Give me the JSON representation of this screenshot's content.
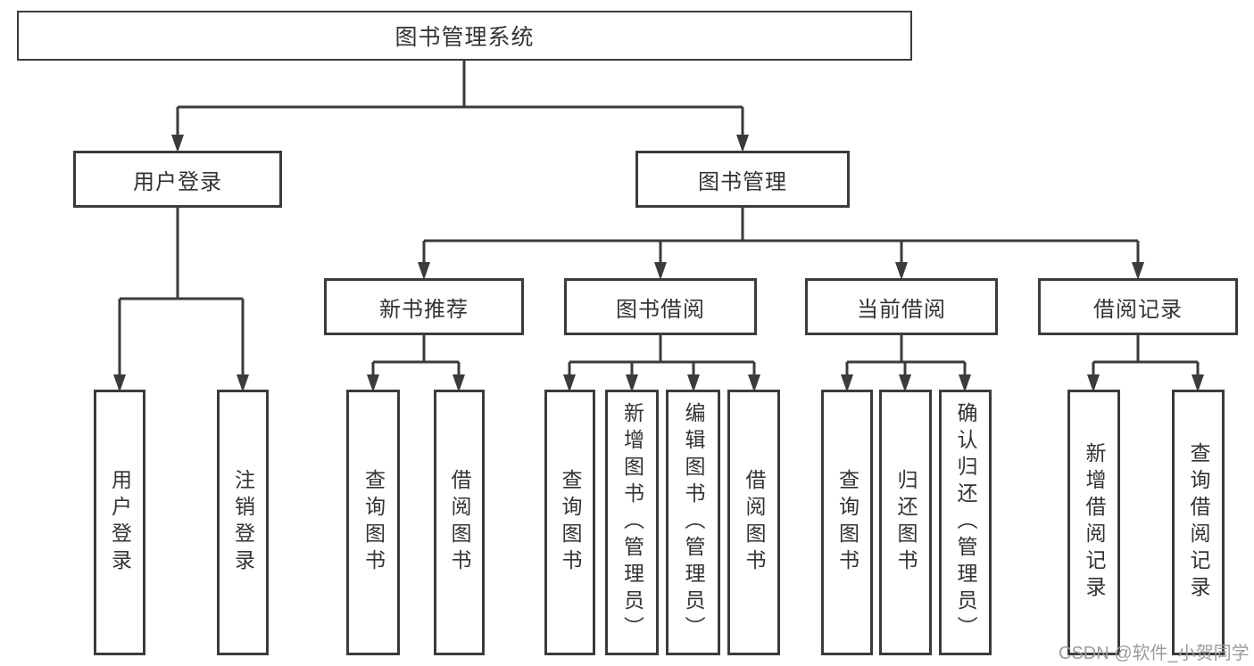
{
  "tree": {
    "root": "图书管理系统",
    "user_login": {
      "label": "用户登录",
      "children": [
        "用户登录",
        "注销登录"
      ]
    },
    "book_management": {
      "label": "图书管理",
      "groups": [
        {
          "label": "新书推荐",
          "children": [
            "查询图书",
            "借阅图书"
          ]
        },
        {
          "label": "图书借阅",
          "children": [
            "查询图书",
            "新增图书（管理员）",
            "编辑图书（管理员）",
            "借阅图书"
          ]
        },
        {
          "label": "当前借阅",
          "children": [
            "查询图书",
            "归还图书",
            "确认归还（管理员）"
          ]
        },
        {
          "label": "借阅记录",
          "children": [
            "新增借阅记录",
            "查询借阅记录"
          ]
        }
      ]
    }
  },
  "watermark": "CSDN @软件_小贺同学",
  "colors": {
    "line": "#3b3b3b",
    "text": "#333333",
    "watermark": "#9c9c9c",
    "background": "#ffffff"
  }
}
